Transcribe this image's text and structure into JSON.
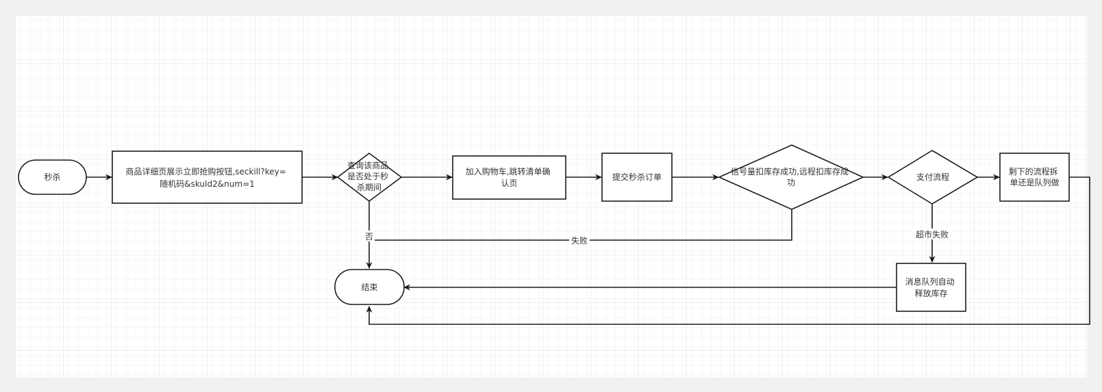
{
  "diagram": {
    "type": "flowchart",
    "nodes": {
      "start": "秒杀",
      "detail": [
        "商品详细页展示立即抢购按钮,seckill?key=",
        "随机码&skuId2&num=1"
      ],
      "check_period": [
        "查询该商品",
        "是否处于秒",
        "杀期间"
      ],
      "add_cart": [
        "加入购物车,跳转清单确",
        "认页"
      ],
      "submit": "提交秒杀订单",
      "deduct": [
        "信号量扣库存成功,远程扣库存成",
        "功"
      ],
      "pay": "支付流程",
      "remaining": [
        "剩下的流程拆",
        "单还是队列做"
      ],
      "mq_release": [
        "消息队列自动",
        "释放库存"
      ],
      "end": "结束"
    },
    "edge_labels": {
      "no": "否",
      "fail": "失败",
      "timeout_fail": "超市失败"
    }
  },
  "colors": {
    "stroke": "#1a1a1a",
    "text": "#333333",
    "canvas": "#ffffff",
    "grid_minor": "#ececec",
    "grid_major": "#e0e0e0",
    "outside": "#f1f1f1"
  }
}
